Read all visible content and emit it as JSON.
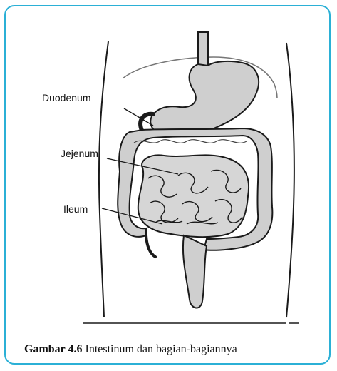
{
  "labels": {
    "duodenum": "Duodenum",
    "jejenum": "Jejenum",
    "ileum": "Ileum"
  },
  "caption": {
    "figure_number": "Gambar 4.6",
    "text": "Intestinum dan bagian-bagiannya"
  },
  "colors": {
    "frame_border": "#2bb0d6",
    "organ_fill": "#cfcfcf",
    "outline": "#1a1a1a"
  }
}
